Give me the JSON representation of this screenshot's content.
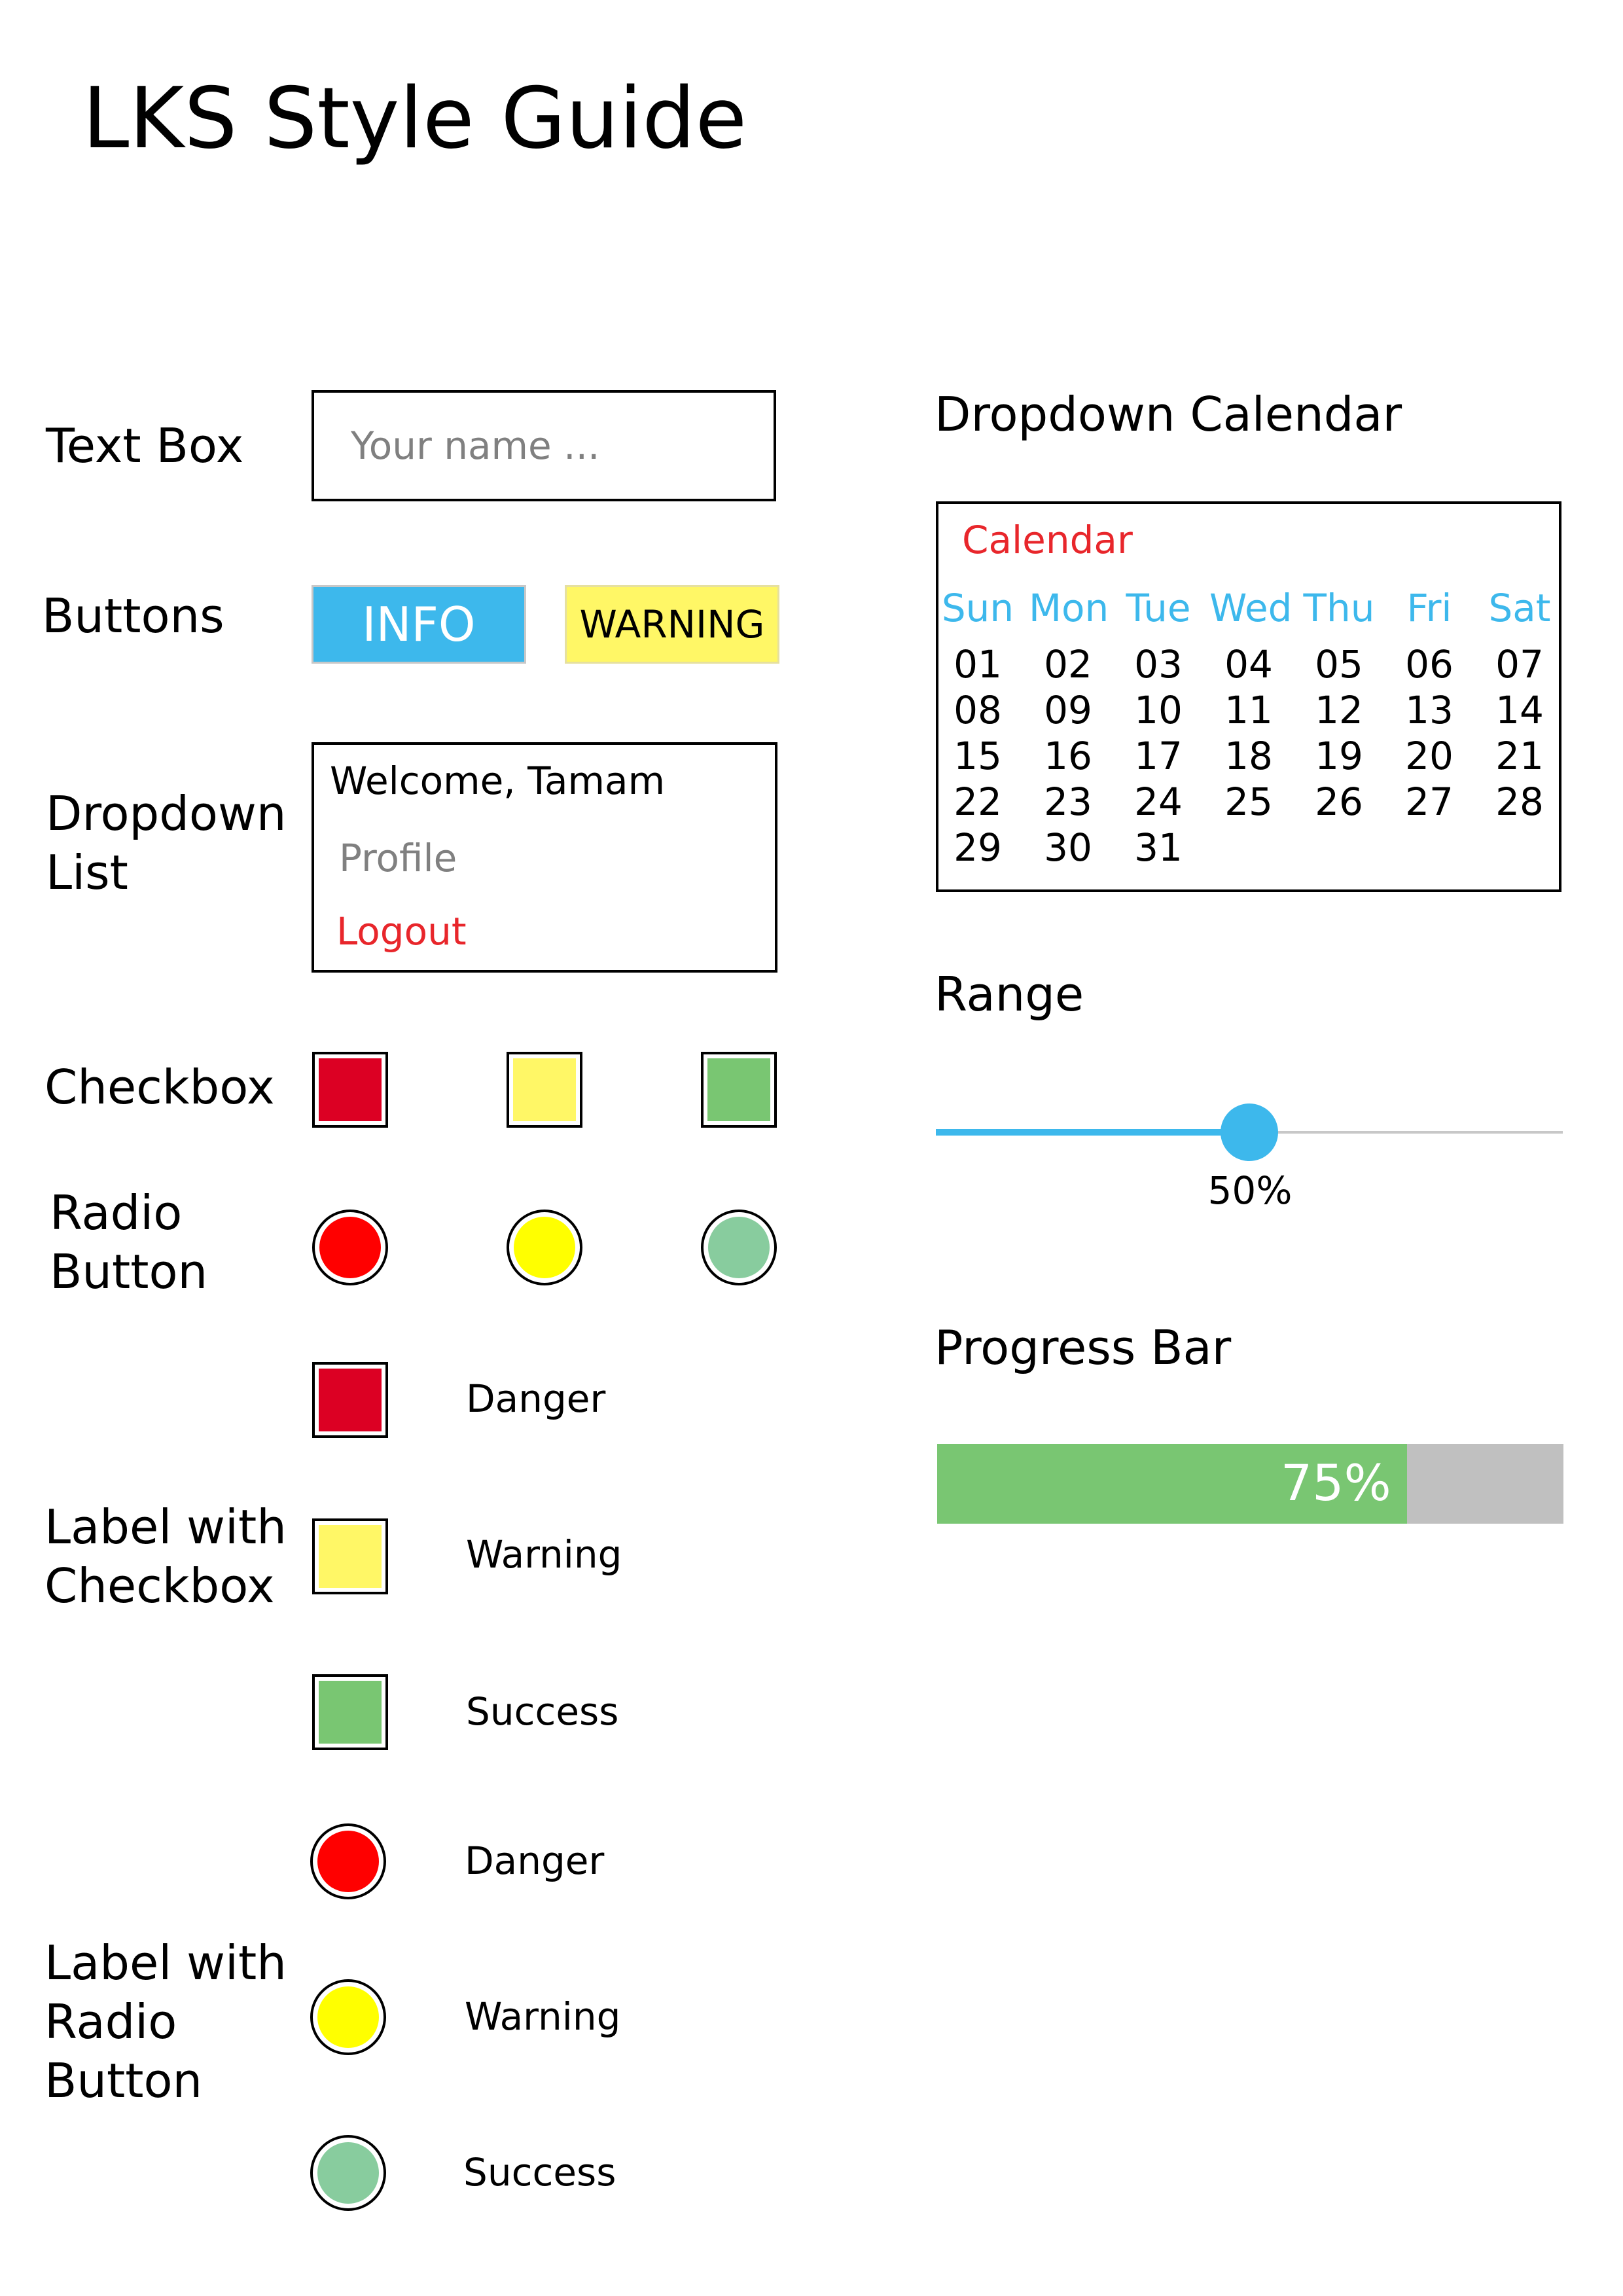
{
  "page": {
    "title": "LKS Style Guide"
  },
  "sections": {
    "text_box": "Text Box",
    "buttons": "Buttons",
    "dropdown_list": [
      "Dropdown",
      "List"
    ],
    "checkbox": "Checkbox",
    "radio_button": [
      "Radio",
      "Button"
    ],
    "label_with_checkbox": [
      "Label with",
      "Checkbox"
    ],
    "label_with_radio": [
      "Label with",
      "Radio",
      "Button"
    ],
    "dropdown_calendar": "Dropdown Calendar",
    "range": "Range",
    "progress_bar": "Progress Bar"
  },
  "text_box": {
    "placeholder": "Your name ...",
    "value": ""
  },
  "buttons": {
    "info": {
      "label": "INFO",
      "bg": "#3db8ec",
      "fg": "#ffffff"
    },
    "warning": {
      "label": "WARNING",
      "bg": "#fff766",
      "fg": "#000000"
    }
  },
  "dropdown": {
    "header": "Welcome, Tamam",
    "items": [
      {
        "label": "Profile",
        "color": "#808080"
      },
      {
        "label": "Logout",
        "color": "#e8262b"
      }
    ]
  },
  "checkboxes": [
    {
      "color": "#dc0023"
    },
    {
      "color": "#fff766"
    },
    {
      "color": "#79c672"
    }
  ],
  "radios": [
    {
      "color": "#ff0000"
    },
    {
      "color": "#ffff00"
    },
    {
      "color": "#88cc9e"
    }
  ],
  "label_checkboxes": [
    {
      "label": "Danger",
      "color": "#dc0023"
    },
    {
      "label": "Warning",
      "color": "#fff766"
    },
    {
      "label": "Success",
      "color": "#79c672"
    }
  ],
  "label_radios": [
    {
      "label": "Danger",
      "color": "#ff0000"
    },
    {
      "label": "Warning",
      "color": "#ffff00"
    },
    {
      "label": "Success",
      "color": "#88cc9e"
    }
  ],
  "calendar": {
    "title": "Calendar",
    "title_color": "#e8262b",
    "weekday_color": "#3db8ec",
    "weekdays": [
      "Sun",
      "Mon",
      "Tue",
      "Wed",
      "Thu",
      "Fri",
      "Sat"
    ],
    "weeks": [
      [
        "01",
        "02",
        "03",
        "04",
        "05",
        "06",
        "07"
      ],
      [
        "08",
        "09",
        "10",
        "11",
        "12",
        "13",
        "14"
      ],
      [
        "15",
        "16",
        "17",
        "18",
        "19",
        "20",
        "21"
      ],
      [
        "22",
        "23",
        "24",
        "25",
        "26",
        "27",
        "28"
      ],
      [
        "29",
        "30",
        "31"
      ]
    ]
  },
  "range": {
    "value": 50,
    "value_label": "50%",
    "color": "#3db8ec"
  },
  "progress": {
    "value": 75,
    "value_label": "75%",
    "fill_color": "#79c672",
    "track_color": "#c0c0c0"
  },
  "colors": {
    "accent_blue": "#3db8ec",
    "danger_red": "#e8262b",
    "warning_yellow": "#fff766",
    "success_green": "#79c672"
  }
}
